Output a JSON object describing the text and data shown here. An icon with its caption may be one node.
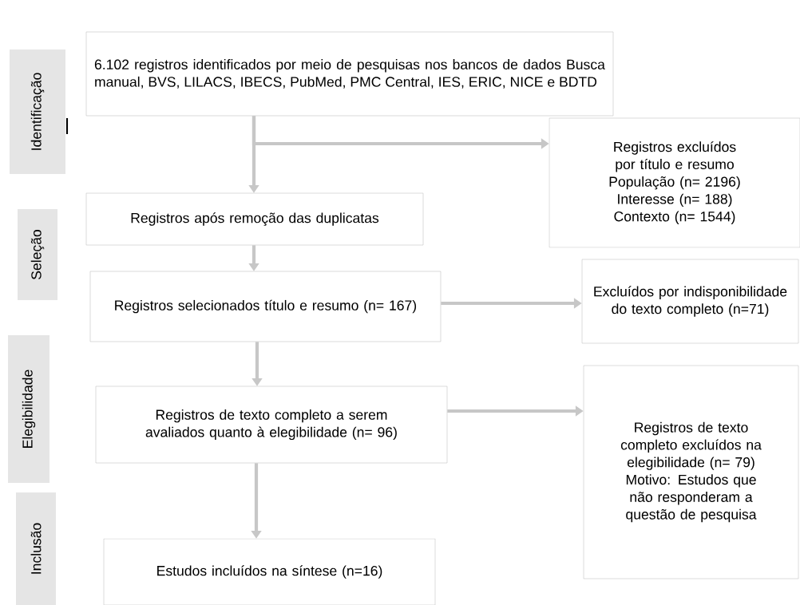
{
  "diagram": {
    "nodes": [
      {
        "text": [
          "Identificação"
        ]
      },
      {
        "text": [
          "Seleção"
        ]
      },
      {
        "text": [
          "Elegibilidade"
        ]
      },
      {
        "text": [
          "Inclusão"
        ]
      },
      {
        "text": [
          "6.102 registros identificados por meio de pesquisas nos bancos de dados Busca manual, BVS, LILACS, IBECS, PubMed, PMC Central, IES, ERIC, NICE e BDTD"
        ]
      },
      {
        "text": [
          "Registros excluídos por título e resumo",
          "População (n= 2196)",
          "Interesse (n= 188)",
          "Contexto (n= 1544)"
        ]
      },
      {
        "text": [
          "Registros após remoção das duplicatas"
        ]
      },
      {
        "text": [
          "Registros selecionados título e resumo (n= 167)"
        ]
      },
      {
        "text": [
          "Excluídos por indisponibilidade do texto completo (n=71)"
        ]
      },
      {
        "text": [
          "Registros de texto completo a serem avaliados quanto à elegibilidade (n= 96)"
        ]
      },
      {
        "text": [
          "Registros de texto completo excluídos na elegibilidade (n= 79)",
          "Motivo: Estudos que não responderam a questão de pesquisa"
        ]
      },
      {
        "text": [
          "Estudos incluídos na síntese (n=16)"
        ]
      }
    ],
    "edges": [
      {
        "from": 4,
        "to": 6,
        "arrow": "to"
      },
      {
        "from": 4,
        "to": 5,
        "arrow": "to"
      },
      {
        "from": 6,
        "to": 7,
        "arrow": "to"
      },
      {
        "from": 7,
        "to": 8,
        "arrow": "to"
      },
      {
        "from": 7,
        "to": 9,
        "arrow": "to"
      },
      {
        "from": 9,
        "to": 10,
        "arrow": "to"
      },
      {
        "from": 9,
        "to": 11,
        "arrow": "to"
      }
    ]
  }
}
